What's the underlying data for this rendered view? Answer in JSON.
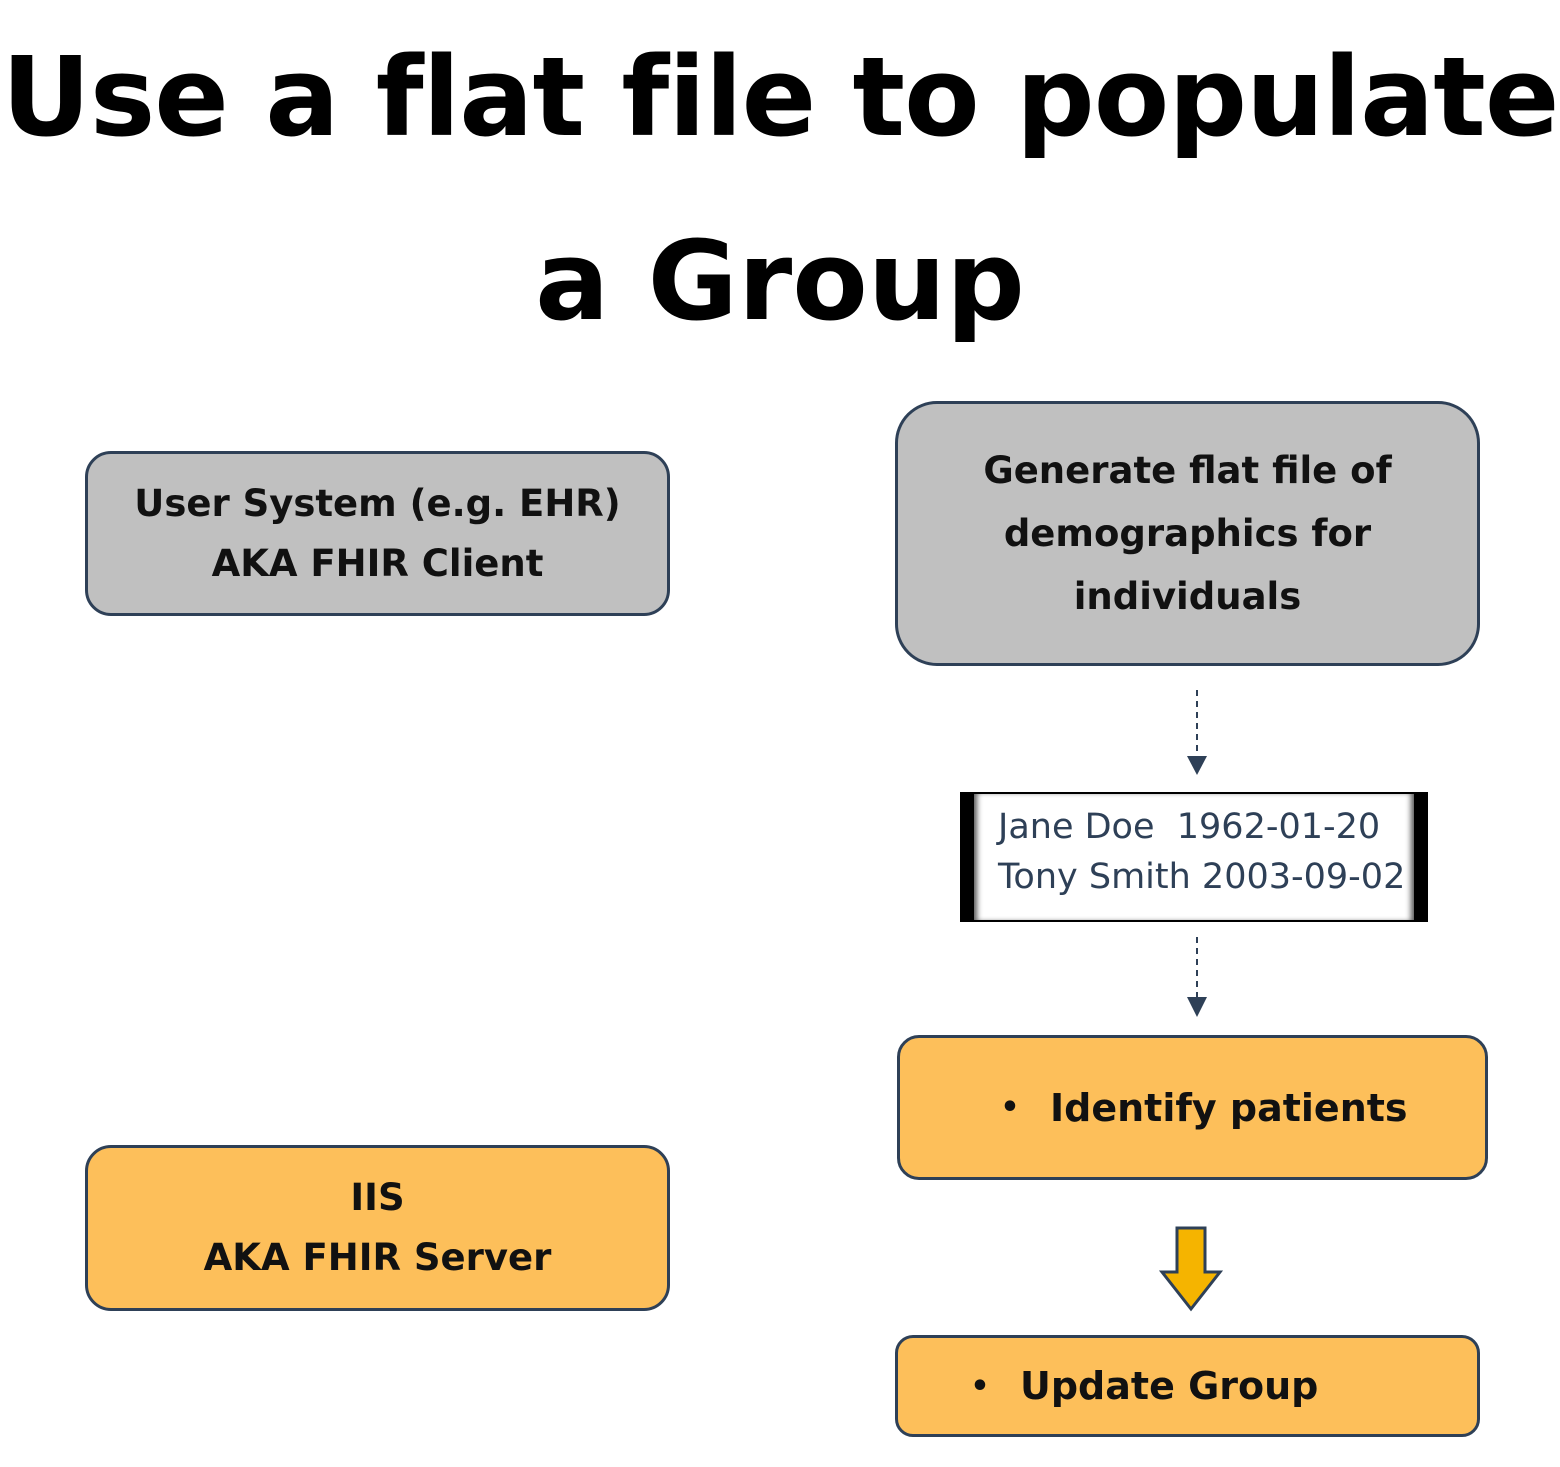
{
  "title": {
    "line1": "Use a flat file to populate",
    "line2": "a Group"
  },
  "client_box": {
    "line1": "User System (e.g. EHR)",
    "line2": "AKA FHIR Client"
  },
  "generate_box": {
    "line1": "Generate flat file of",
    "line2": "demographics for",
    "line3": "individuals"
  },
  "flat_file": {
    "rows": [
      "Jane Doe  1962-01-20",
      "Tony Smith 2003-09-02"
    ]
  },
  "identify_box": {
    "bullet": "•",
    "label": "Identify patients"
  },
  "server_box": {
    "line1": "IIS",
    "line2": "AKA FHIR Server"
  },
  "update_box": {
    "bullet": "•",
    "label": "Update Group"
  },
  "colors": {
    "gray_fill": "#c0c0c0",
    "orange_fill": "#fdbf5a",
    "border": "#2e4057",
    "arrow_yellow": "#f5b400"
  }
}
